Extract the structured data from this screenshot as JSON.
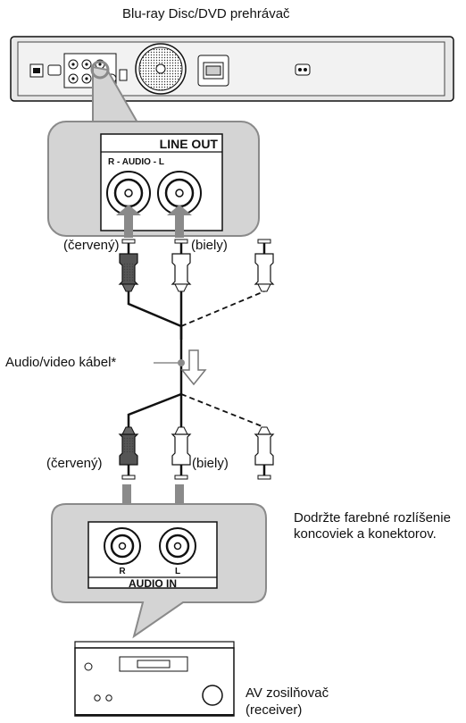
{
  "player_label": "Blu-ray Disc/DVD prehrávač",
  "line_out_panel": {
    "title": "LINE OUT",
    "channels": "R - AUDIO - L"
  },
  "top_plugs": {
    "left_color": "(červený)",
    "right_color": "(biely)"
  },
  "cable_label": "Audio/video kábel*",
  "bottom_plugs": {
    "left_color": "(červený)",
    "right_color": "(biely)"
  },
  "audio_in_panel": {
    "title": "AUDIO IN",
    "left_jack": "R",
    "right_jack": "L"
  },
  "note": {
    "line1": "Dodržte farebné rozlíšenie",
    "line2": "koncoviek a konektorov."
  },
  "amplifier_label": {
    "line1": "AV zosilňovač",
    "line2": "(receiver)"
  },
  "colors": {
    "panel_bg": "#d4d4d4",
    "arrow": "#8a8a8a",
    "line": "#111111"
  }
}
